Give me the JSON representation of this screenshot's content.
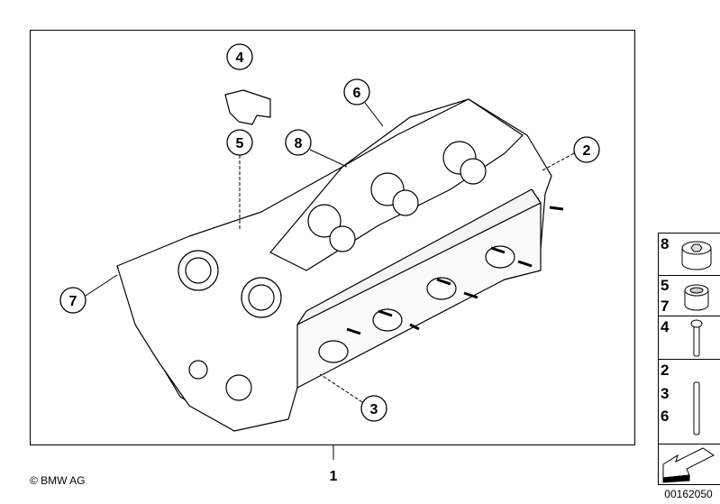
{
  "diagram": {
    "main_part_number": "1",
    "callouts": [
      "4",
      "5",
      "6",
      "8",
      "2",
      "7",
      "3"
    ],
    "copyright": "© BMW AG",
    "drawing_id": "00162050"
  },
  "legend": {
    "rows": [
      {
        "numbers": [
          "8"
        ],
        "icon": "hex-socket-nut-icon"
      },
      {
        "numbers": [
          "5",
          "7"
        ],
        "icon": "sleeve-icon"
      },
      {
        "numbers": [
          "4"
        ],
        "icon": "bolt-icon"
      },
      {
        "numbers": [
          "2",
          "3",
          "6"
        ],
        "icon": "stud-icon"
      },
      {
        "numbers": [],
        "icon": "direction-arrow-icon"
      }
    ]
  }
}
